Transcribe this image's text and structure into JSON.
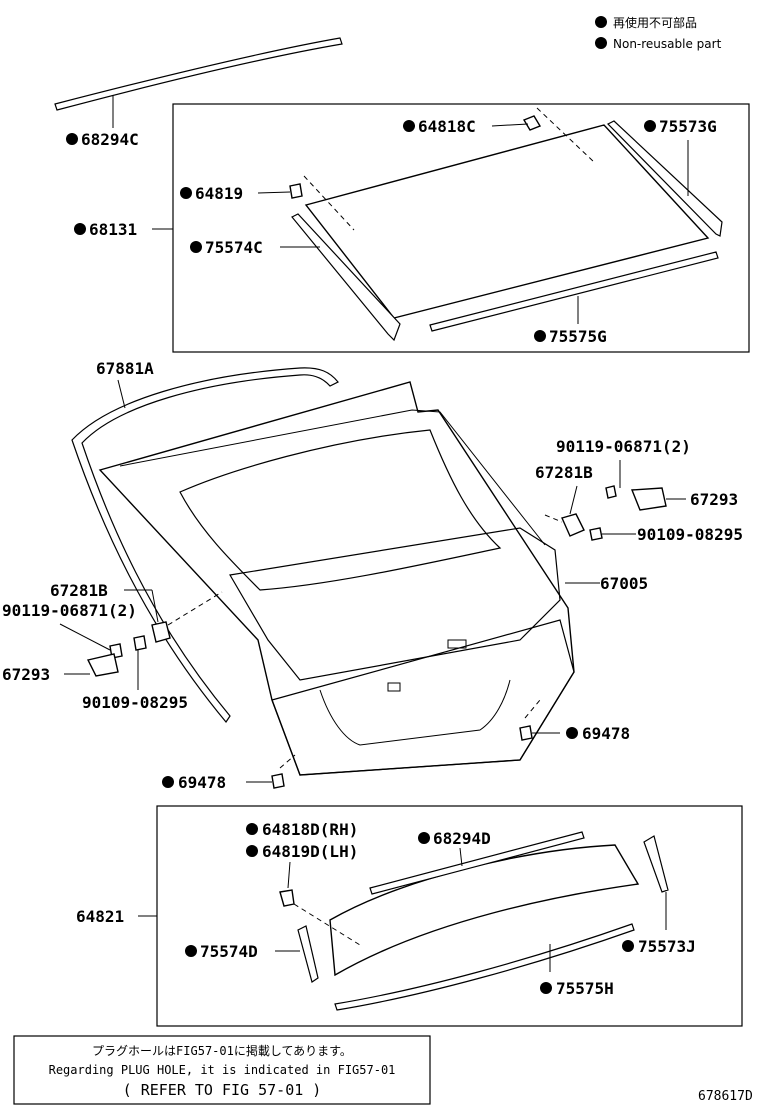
{
  "legend": {
    "jp": "再使用不可部品",
    "en": "Non-reusable part"
  },
  "labels": {
    "p68294C": "68294C",
    "p68131": "68131",
    "p64818C": "64818C",
    "p75573G": "75573G",
    "p64819": "64819",
    "p75574C": "75574C",
    "p75575G": "75575G",
    "p67881A": "67881A",
    "p90119_top": "90119-06871(2)",
    "p67281B_right": "67281B",
    "p67293_right": "67293",
    "p90109_right": "90109-08295",
    "p67005": "67005",
    "p67281B_left": "67281B",
    "p90119_left": "90119-06871(2)",
    "p67293_left": "67293",
    "p90109_left": "90109-08295",
    "p69478_right": "69478",
    "p69478_left": "69478",
    "p64818D": "64818D(RH)",
    "p64819D": "64819D(LH)",
    "p68294D": "68294D",
    "p64821": "64821",
    "p75574D": "75574D",
    "p75573J": "75573J",
    "p75575H": "75575H"
  },
  "note": {
    "jp": "プラグホールはFIG57-01に掲載してあります。",
    "en": "Regarding PLUG HOLE, it is indicated in FIG57-01",
    "ref": "( REFER TO FIG 57-01 )"
  },
  "figure_number": "678617D"
}
